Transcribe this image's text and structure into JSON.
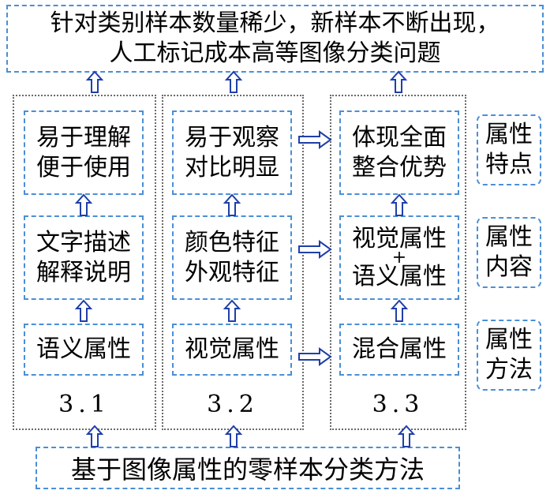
{
  "top_title": {
    "line1": "针对类别样本数量稀少，新样本不断出现，",
    "line2": "人工标记成本高等图像分类问题"
  },
  "columns": [
    {
      "number": "3.1",
      "boxes": [
        {
          "lines": [
            "易于理解",
            "便于使用"
          ]
        },
        {
          "lines": [
            "文字描述",
            "解释说明"
          ]
        },
        {
          "lines": [
            "语义属性"
          ]
        }
      ]
    },
    {
      "number": "3.2",
      "boxes": [
        {
          "lines": [
            "易于观察",
            "对比明显"
          ]
        },
        {
          "lines": [
            "颜色特征",
            "外观特征"
          ]
        },
        {
          "lines": [
            "视觉属性"
          ]
        }
      ]
    },
    {
      "number": "3.3",
      "boxes": [
        {
          "lines": [
            "体现全面",
            "整合优势"
          ]
        },
        {
          "lines": [
            "视觉属性",
            "+",
            "语义属性"
          ]
        },
        {
          "lines": [
            "混合属性"
          ]
        }
      ]
    }
  ],
  "side_labels": [
    {
      "lines": [
        "属性",
        "特点"
      ]
    },
    {
      "lines": [
        "属性",
        "内容"
      ]
    },
    {
      "lines": [
        "属性",
        "方法"
      ]
    }
  ],
  "bottom_title": "基于图像属性的零样本分类方法",
  "colors": {
    "box_border": "#4a8fd6",
    "column_border": "#6a6a6a",
    "arrow_stroke": "#1f3fa8"
  }
}
